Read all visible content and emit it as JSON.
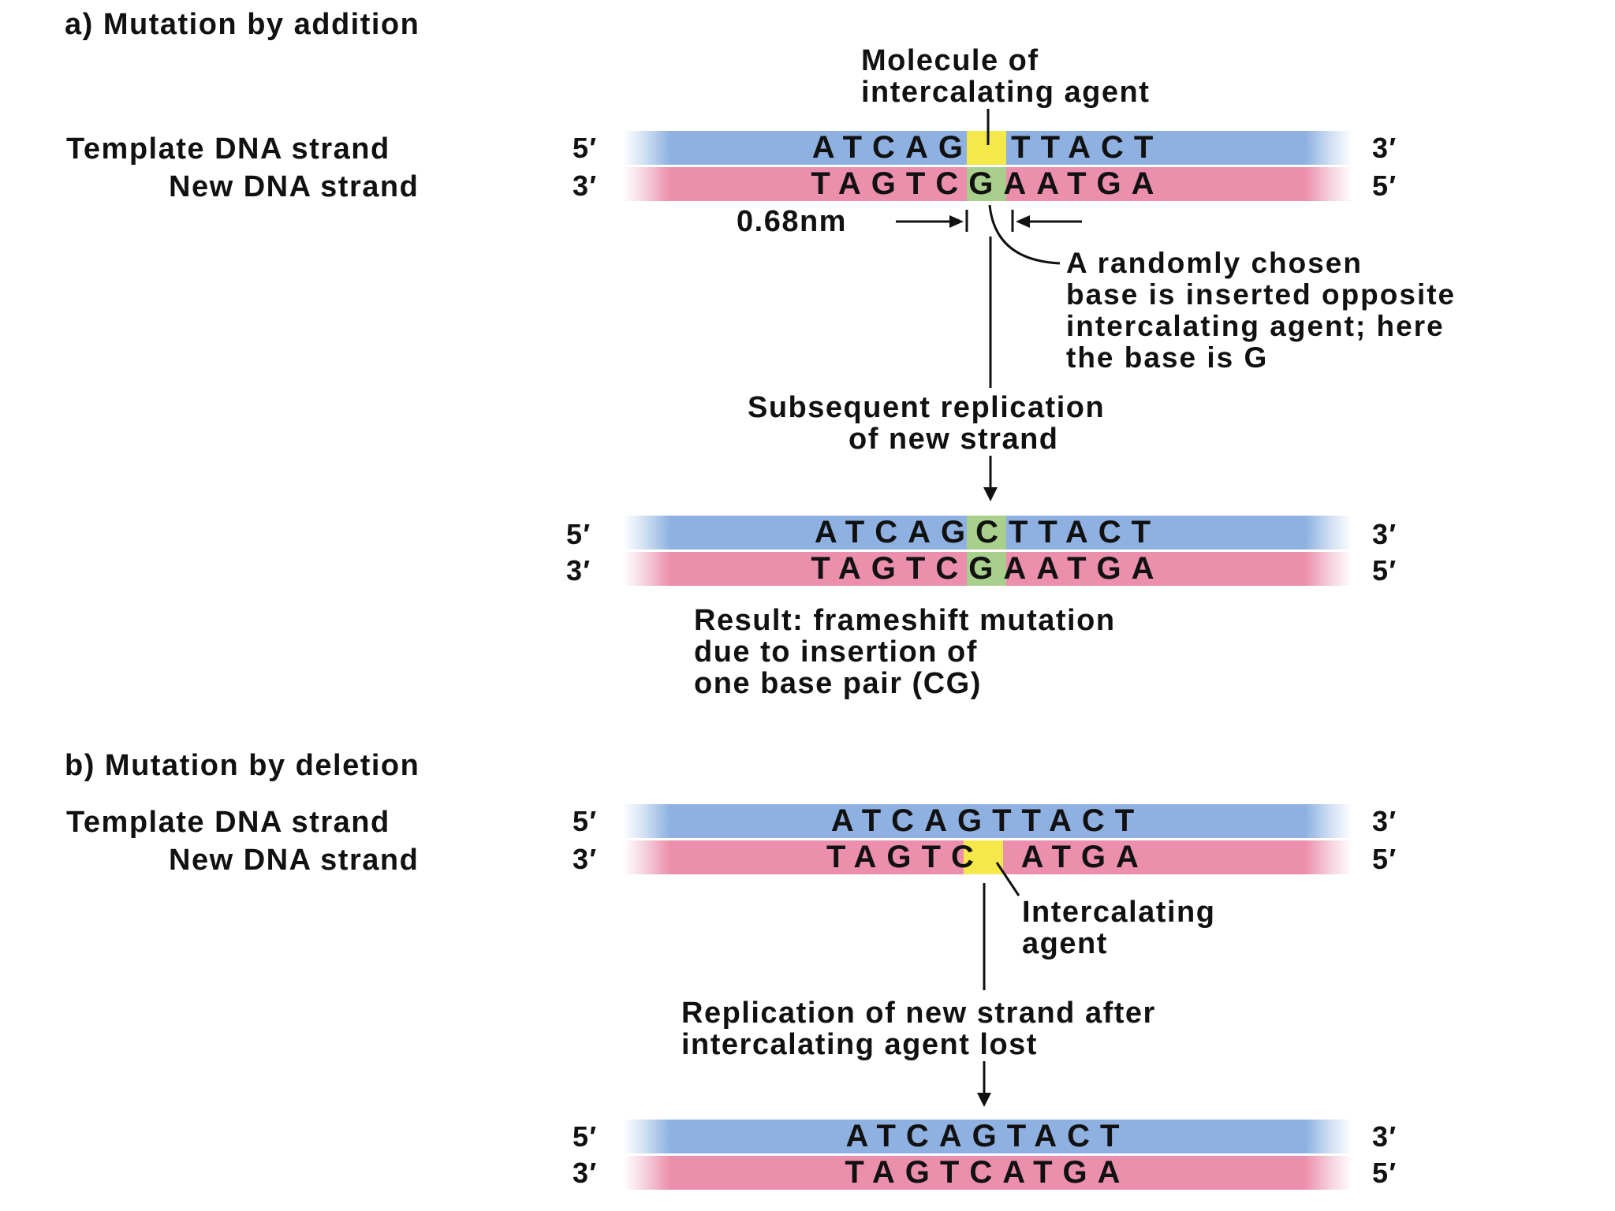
{
  "colors": {
    "template_band": "#8eb1e1",
    "new_band": "#ec8fac",
    "agent_highlight": "#f5e84a",
    "base_highlight": "#a8d08c"
  },
  "part_a": {
    "heading": "a) Mutation by addition",
    "agent_label_line1": "Molecule of",
    "agent_label_line2": "intercalating agent",
    "template_label": "Template DNA strand",
    "new_label": "New DNA strand",
    "template_left_end": "5′",
    "template_right_end": "3′",
    "new_left_end": "3′",
    "new_right_end": "5′",
    "template_seq": "ATCAG  TTACT",
    "new_seq": "TAGTCGAATGA",
    "distance": "0.68nm",
    "insert_note": [
      "A randomly chosen",
      "base is inserted opposite",
      "intercalating agent; here",
      "the base is G"
    ],
    "step_label": [
      "Subsequent replication",
      "of new strand"
    ],
    "result_template_left_end": "5′",
    "result_template_right_end": "3′",
    "result_new_left_end": "3′",
    "result_new_right_end": "5′",
    "result_template_seq": "ATCAGCTTACT",
    "result_new_seq": "TAGTCGAATGA",
    "result_note": [
      "Result: frameshift mutation",
      "due to insertion of",
      "one base pair (CG)"
    ]
  },
  "part_b": {
    "heading": "b) Mutation by deletion",
    "template_label": "Template DNA strand",
    "new_label": "New DNA strand",
    "template_left_end": "5′",
    "template_right_end": "3′",
    "new_left_end": "3′",
    "new_right_end": "5′",
    "template_seq": "ATCAGTTACT",
    "new_seq": "TAGTC  ATGA",
    "agent_label": [
      "Intercalating",
      "agent"
    ],
    "step_label": [
      "Replication of new strand after",
      "intercalating agent lost"
    ],
    "result_template_left_end": "5′",
    "result_template_right_end": "3′",
    "result_new_left_end": "3′",
    "result_new_right_end": "5′",
    "result_template_seq": "ATCAGTACT",
    "result_new_seq": "TAGTCATGA"
  }
}
